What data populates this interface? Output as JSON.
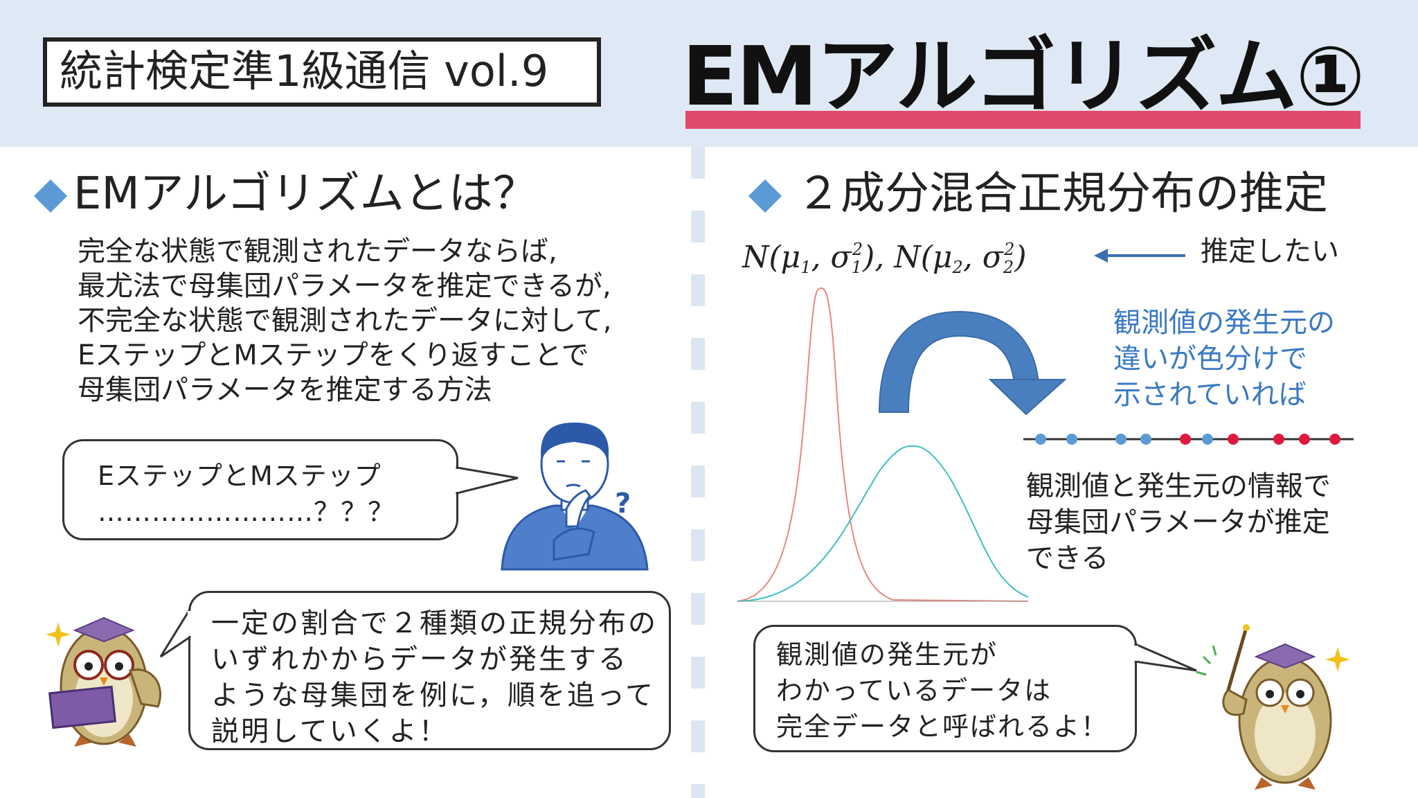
{
  "header": {
    "series": "統計検定準1級通信 vol.9",
    "title": "EMアルゴリズム①"
  },
  "left": {
    "section_title": "EMアルゴリズムとは？",
    "paragraph": [
      "完全な状態で観測されたデータならば,",
      "最尤法で母集団パラメータを推定できるが,",
      "不完全な状態で観測されたデータに対して,",
      "EステップとMステップをくり返すことで",
      "母集団パラメータを推定する方法"
    ],
    "man_bubble": [
      "EステップとMステップ",
      "……………………？？？"
    ],
    "owl_bubble": [
      "一定の割合で２種類の正規分布の",
      "いずれかからデータが発生する",
      "ような母集団を例に，順を追って",
      "説明していくよ！"
    ]
  },
  "right": {
    "section_title": "２成分混合正規分布の推定",
    "estimate_label": "推定したい",
    "blue_note": [
      "観測値の発生元の",
      "違いが色分けで",
      "示されていれば"
    ],
    "info": [
      "観測値と発生元の情報で",
      "母集団パラメータが推定",
      "できる"
    ],
    "owl_bubble": [
      "観測値の発生元が",
      "わかっているデータは",
      "完全データと呼ばれるよ！"
    ]
  },
  "colors": {
    "accent_blue": "#5b9bd5",
    "title_underline": "#e24a6b",
    "curve_red": "#e8887c",
    "curve_teal": "#3cc0c0",
    "dot_blue": "#5b9bd5",
    "dot_red": "#e0193f"
  },
  "icons": [
    "question-mark-icon",
    "sparkle-icon",
    "owl-professor-icon",
    "businessman-thinking-icon",
    "curved-arrow-icon",
    "left-arrow-icon"
  ]
}
